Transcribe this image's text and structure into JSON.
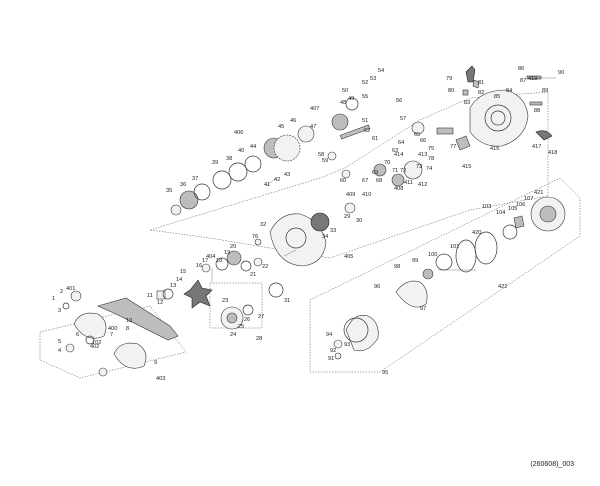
{
  "diagram": {
    "code": "(260608)_003",
    "labels": [
      "1",
      "2",
      "3",
      "4",
      "5",
      "6",
      "7",
      "8",
      "9",
      "10",
      "11",
      "12",
      "13",
      "14",
      "15",
      "16",
      "17",
      "18",
      "19",
      "20",
      "21",
      "22",
      "23",
      "24",
      "25",
      "26",
      "27",
      "28",
      "29",
      "30",
      "31",
      "32",
      "33",
      "34",
      "35",
      "36",
      "37",
      "38",
      "39",
      "40",
      "41",
      "42",
      "43",
      "44",
      "45",
      "46",
      "47",
      "48",
      "49",
      "50",
      "51",
      "52",
      "53",
      "54",
      "55",
      "56",
      "57",
      "58",
      "59",
      "60",
      "61",
      "62",
      "63",
      "64",
      "65",
      "66",
      "67",
      "68",
      "69",
      "70",
      "71",
      "72",
      "73",
      "74",
      "75",
      "76",
      "77",
      "78",
      "79",
      "80",
      "81",
      "82",
      "83",
      "84",
      "85",
      "86",
      "87",
      "88",
      "89",
      "90",
      "91",
      "92",
      "93",
      "94",
      "95",
      "96",
      "97",
      "98",
      "99",
      "100",
      "101",
      "102",
      "103",
      "104",
      "105",
      "106",
      "107",
      "400",
      "401",
      "402",
      "403",
      "404",
      "405",
      "406",
      "407",
      "408",
      "409",
      "410",
      "411",
      "412",
      "413",
      "414",
      "415",
      "416",
      "417",
      "418",
      "419",
      "420",
      "421",
      "422"
    ]
  }
}
